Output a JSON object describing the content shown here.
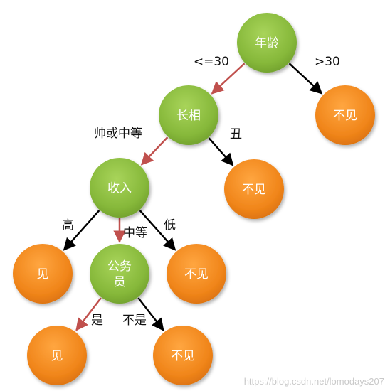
{
  "colors": {
    "decision_node": "#8cbe3c",
    "leaf_node": "#f28a1a",
    "chosen_edge": "#c0504d",
    "other_edge": "#000000"
  },
  "nodes": {
    "age": {
      "lines": [
        "年龄"
      ],
      "kind": "decision"
    },
    "no_1": {
      "lines": [
        "不见"
      ],
      "kind": "leaf"
    },
    "looks": {
      "lines": [
        "长相"
      ],
      "kind": "decision"
    },
    "no_2": {
      "lines": [
        "不见"
      ],
      "kind": "leaf"
    },
    "income": {
      "lines": [
        "收入"
      ],
      "kind": "decision"
    },
    "yes_1": {
      "lines": [
        "见"
      ],
      "kind": "leaf"
    },
    "civil": {
      "lines": [
        "公务",
        "员"
      ],
      "kind": "decision"
    },
    "no_3": {
      "lines": [
        "不见"
      ],
      "kind": "leaf"
    },
    "yes_2": {
      "lines": [
        "见"
      ],
      "kind": "leaf"
    },
    "no_4": {
      "lines": [
        "不见"
      ],
      "kind": "leaf"
    }
  },
  "edges": [
    {
      "from": "age",
      "to": "looks",
      "label": "<=30",
      "chosen": true
    },
    {
      "from": "age",
      "to": "no_1",
      "label": ">30",
      "chosen": false
    },
    {
      "from": "looks",
      "to": "income",
      "label": "帅或中等",
      "chosen": true
    },
    {
      "from": "looks",
      "to": "no_2",
      "label": "丑",
      "chosen": false
    },
    {
      "from": "income",
      "to": "yes_1",
      "label": "高",
      "chosen": false
    },
    {
      "from": "income",
      "to": "civil",
      "label": "中等",
      "chosen": true
    },
    {
      "from": "income",
      "to": "no_3",
      "label": "低",
      "chosen": false
    },
    {
      "from": "civil",
      "to": "yes_2",
      "label": "是",
      "chosen": true
    },
    {
      "from": "civil",
      "to": "no_4",
      "label": "不是",
      "chosen": false
    }
  ],
  "watermark": "https://blog.csdn.net/lomodays207"
}
